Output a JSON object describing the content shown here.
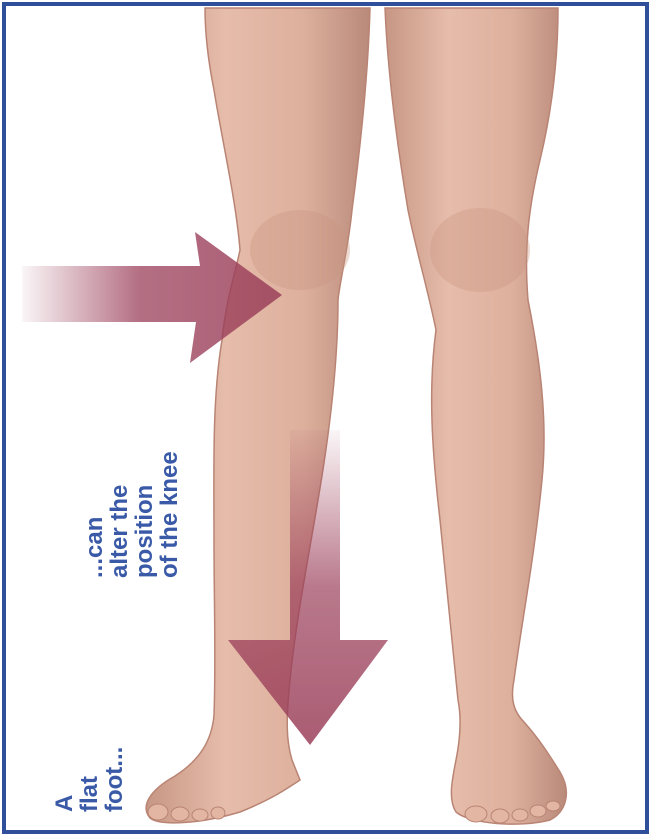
{
  "labels": {
    "knee": [
      "...can",
      "alter the",
      "position",
      "of the knee"
    ],
    "foot": [
      "A",
      "flat",
      "foot..."
    ]
  },
  "colors": {
    "frame": "#2f4f9a",
    "label_text": "#3a5aa8",
    "arrow": "#9b3f5a",
    "skin": "#dcae9c",
    "skin_shadow": "#c08878"
  },
  "icons": {
    "knee_arrow": "arrow-right-icon",
    "foot_arrow": "arrow-down-icon"
  }
}
